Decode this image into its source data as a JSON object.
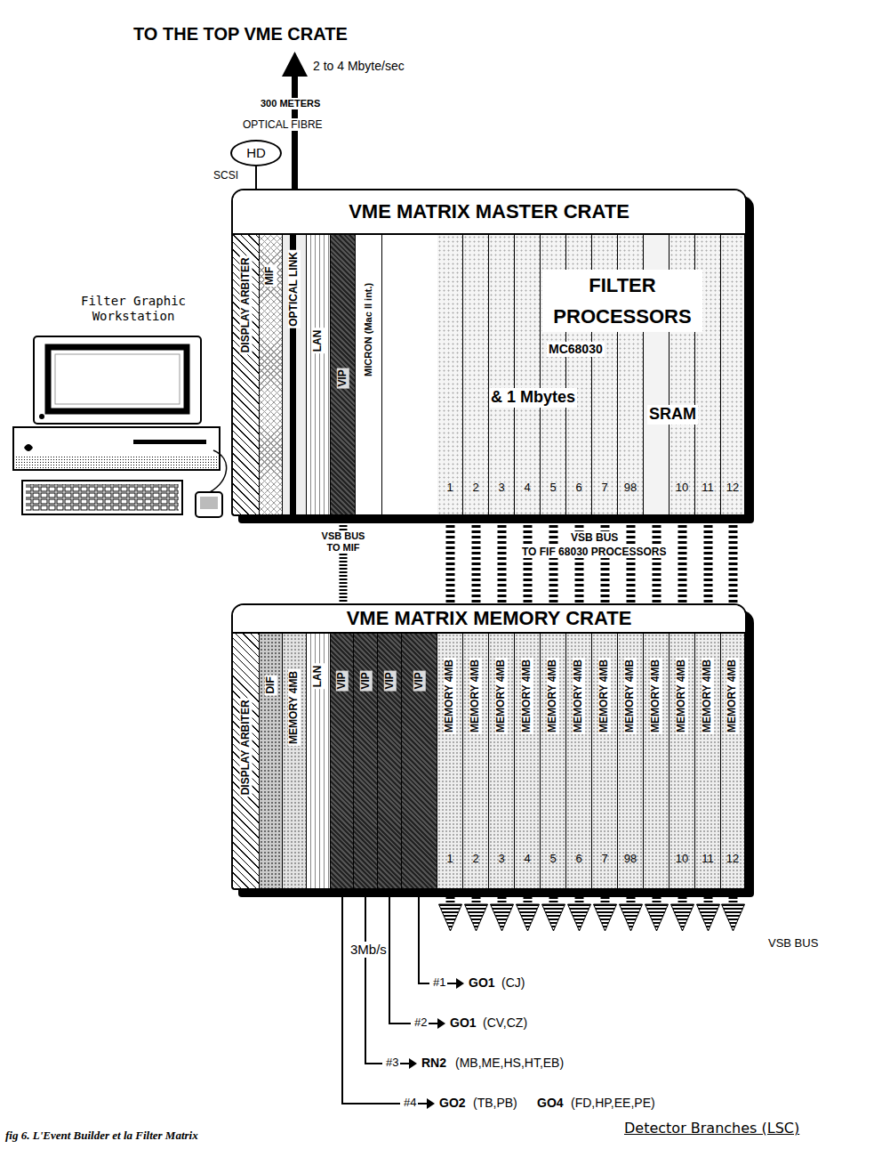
{
  "diagram": {
    "caption": "fig 6. L'Event Builder et la Filter Matrix",
    "nodes": [
      {
        "text": [
          "HD"
        ]
      },
      {
        "text": [
          "Filter Graphic Workstation"
        ]
      },
      {
        "text": [
          "VME MATRIX MASTER CRATE",
          "FILTER PROCESSORS",
          "MC68030",
          "& 1 Mbytes",
          "SRAM"
        ]
      },
      {
        "text": [
          "DISPLAY ARBITER"
        ],
        "in": 2
      },
      {
        "text": [
          "MIF"
        ],
        "in": 2
      },
      {
        "text": [
          "OPTICAL LINK"
        ],
        "in": 2
      },
      {
        "text": [
          "LAN"
        ],
        "in": 2
      },
      {
        "text": [
          "VIP"
        ],
        "in": 2
      },
      {
        "text": [
          "MICRON (Mac II int.)"
        ],
        "in": 2
      },
      {
        "text": [
          "1"
        ],
        "in": 2
      },
      {
        "text": [
          "2"
        ],
        "in": 2
      },
      {
        "text": [
          "3"
        ],
        "in": 2
      },
      {
        "text": [
          "4"
        ],
        "in": 2
      },
      {
        "text": [
          "5"
        ],
        "in": 2
      },
      {
        "text": [
          "6"
        ],
        "in": 2
      },
      {
        "text": [
          "7"
        ],
        "in": 2
      },
      {
        "text": [
          "98"
        ],
        "in": 2
      },
      {
        "text": [
          "10"
        ],
        "in": 2
      },
      {
        "text": [
          "11"
        ],
        "in": 2
      },
      {
        "text": [
          "12"
        ],
        "in": 2
      },
      {
        "text": [
          "VME MATRIX MEMORY CRATE"
        ]
      },
      {
        "text": [
          "DISPLAY ARBITER"
        ],
        "in": 20
      },
      {
        "text": [
          "DIF"
        ],
        "in": 20
      },
      {
        "text": [
          "MEMORY 4MB"
        ],
        "in": 20
      },
      {
        "text": [
          "LAN"
        ],
        "in": 20
      },
      {
        "text": [
          "VIP"
        ],
        "in": 20
      },
      {
        "text": [
          "VIP"
        ],
        "in": 20
      },
      {
        "text": [
          "VIP"
        ],
        "in": 20
      },
      {
        "text": [
          "VIP"
        ],
        "in": 20
      },
      {
        "text": [
          "MEMORY 4MB",
          "1"
        ],
        "in": 20
      },
      {
        "text": [
          "MEMORY 4MB",
          "2"
        ],
        "in": 20
      },
      {
        "text": [
          "MEMORY 4MB",
          "3"
        ],
        "in": 20
      },
      {
        "text": [
          "MEMORY 4MB",
          "4"
        ],
        "in": 20
      },
      {
        "text": [
          "MEMORY 4MB",
          "5"
        ],
        "in": 20
      },
      {
        "text": [
          "MEMORY 4MB",
          "6"
        ],
        "in": 20
      },
      {
        "text": [
          "MEMORY 4MB",
          "7"
        ],
        "in": 20
      },
      {
        "text": [
          "MEMORY 4MB",
          "98"
        ],
        "in": 20
      },
      {
        "text": [
          "MEMORY 4MB"
        ],
        "in": 20
      },
      {
        "text": [
          "MEMORY 4MB",
          "10"
        ],
        "in": 20
      },
      {
        "text": [
          "MEMORY 4MB",
          "11"
        ],
        "in": 20
      },
      {
        "text": [
          "MEMORY 4MB",
          "12"
        ],
        "in": 20
      }
    ],
    "edges": [
      {
        "from": 0,
        "to": 2,
        "arrow": "none",
        "label": "SCSI"
      },
      {
        "from": 7,
        "to": 20,
        "arrow": "none",
        "label": "VSB BUS TO MIF"
      },
      {
        "from": 9,
        "to": 20,
        "arrow": "none"
      },
      {
        "from": 10,
        "to": 20,
        "arrow": "none"
      },
      {
        "from": 11,
        "to": 20,
        "arrow": "none"
      },
      {
        "from": 12,
        "to": 20,
        "arrow": "none"
      },
      {
        "from": 13,
        "to": 20,
        "arrow": "none"
      },
      {
        "from": 14,
        "to": 20,
        "arrow": "none"
      },
      {
        "from": 15,
        "to": 20,
        "arrow": "none"
      },
      {
        "from": 16,
        "to": 20,
        "arrow": "none"
      },
      {
        "from": 17,
        "to": 20,
        "arrow": "none"
      },
      {
        "from": 18,
        "to": 20,
        "arrow": "none"
      },
      {
        "from": 19,
        "to": 20,
        "arrow": "none"
      }
    ],
    "labels": [
      "TO THE TOP VME CRATE",
      "2 to 4 Mbyte/sec",
      "300 METERS",
      "OPTICAL FIBRE",
      "VSB BUS",
      "TO FIF 68030 PROCESSORS",
      "VSB BUS",
      "3Mb/s",
      "#1",
      "GO1",
      "(CJ)",
      "#2",
      "GO1",
      "(CV,CZ)",
      "#3",
      "RN2",
      "(MB,ME,HS,HT,EB)",
      "#4",
      "GO2",
      "(TB,PB)",
      "GO4",
      "(FD,HP,EE,PE)",
      "Detector Branches (LSC)"
    ]
  }
}
